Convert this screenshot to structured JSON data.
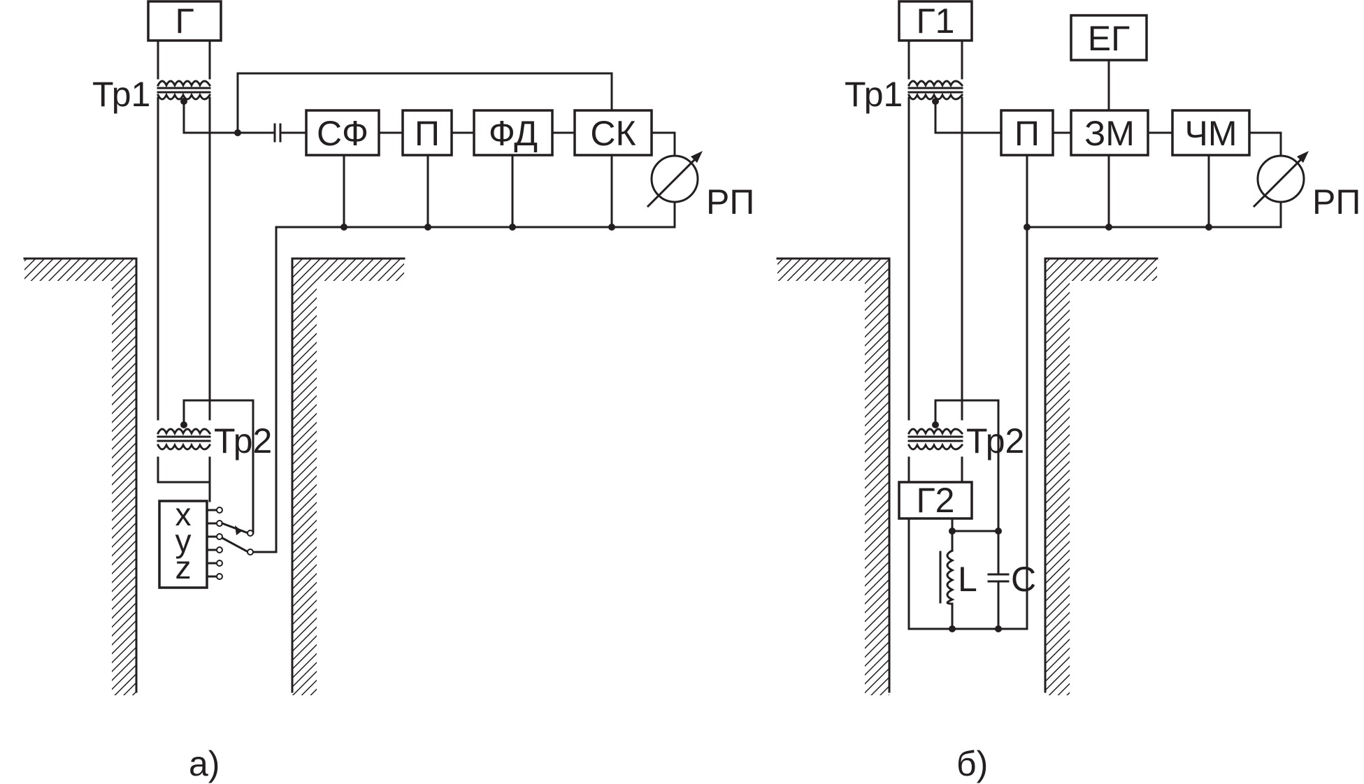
{
  "diagram_a": {
    "caption": "а)",
    "blocks": {
      "generator": "Г",
      "filter": "СФ",
      "converter": "П",
      "phase_detector": "ФД",
      "switch": "СК"
    },
    "transformer_top": "Тр1",
    "transformer_bottom": "Тр2",
    "recorder": "РП",
    "sensor_axes": [
      "x",
      "y",
      "z"
    ]
  },
  "diagram_b": {
    "caption": "б)",
    "blocks": {
      "generator_1": "Г1",
      "reference_generator": "ЕГ",
      "converter": "П",
      "mixer": "ЗМ",
      "freq_meter": "ЧМ",
      "generator_2": "Г2"
    },
    "transformer_top": "Тр1",
    "transformer_bottom": "Тр2",
    "recorder": "РП",
    "inductor": "L",
    "capacitor": "C"
  },
  "colors": {
    "line": "#231f20",
    "background": "#ffffff"
  }
}
